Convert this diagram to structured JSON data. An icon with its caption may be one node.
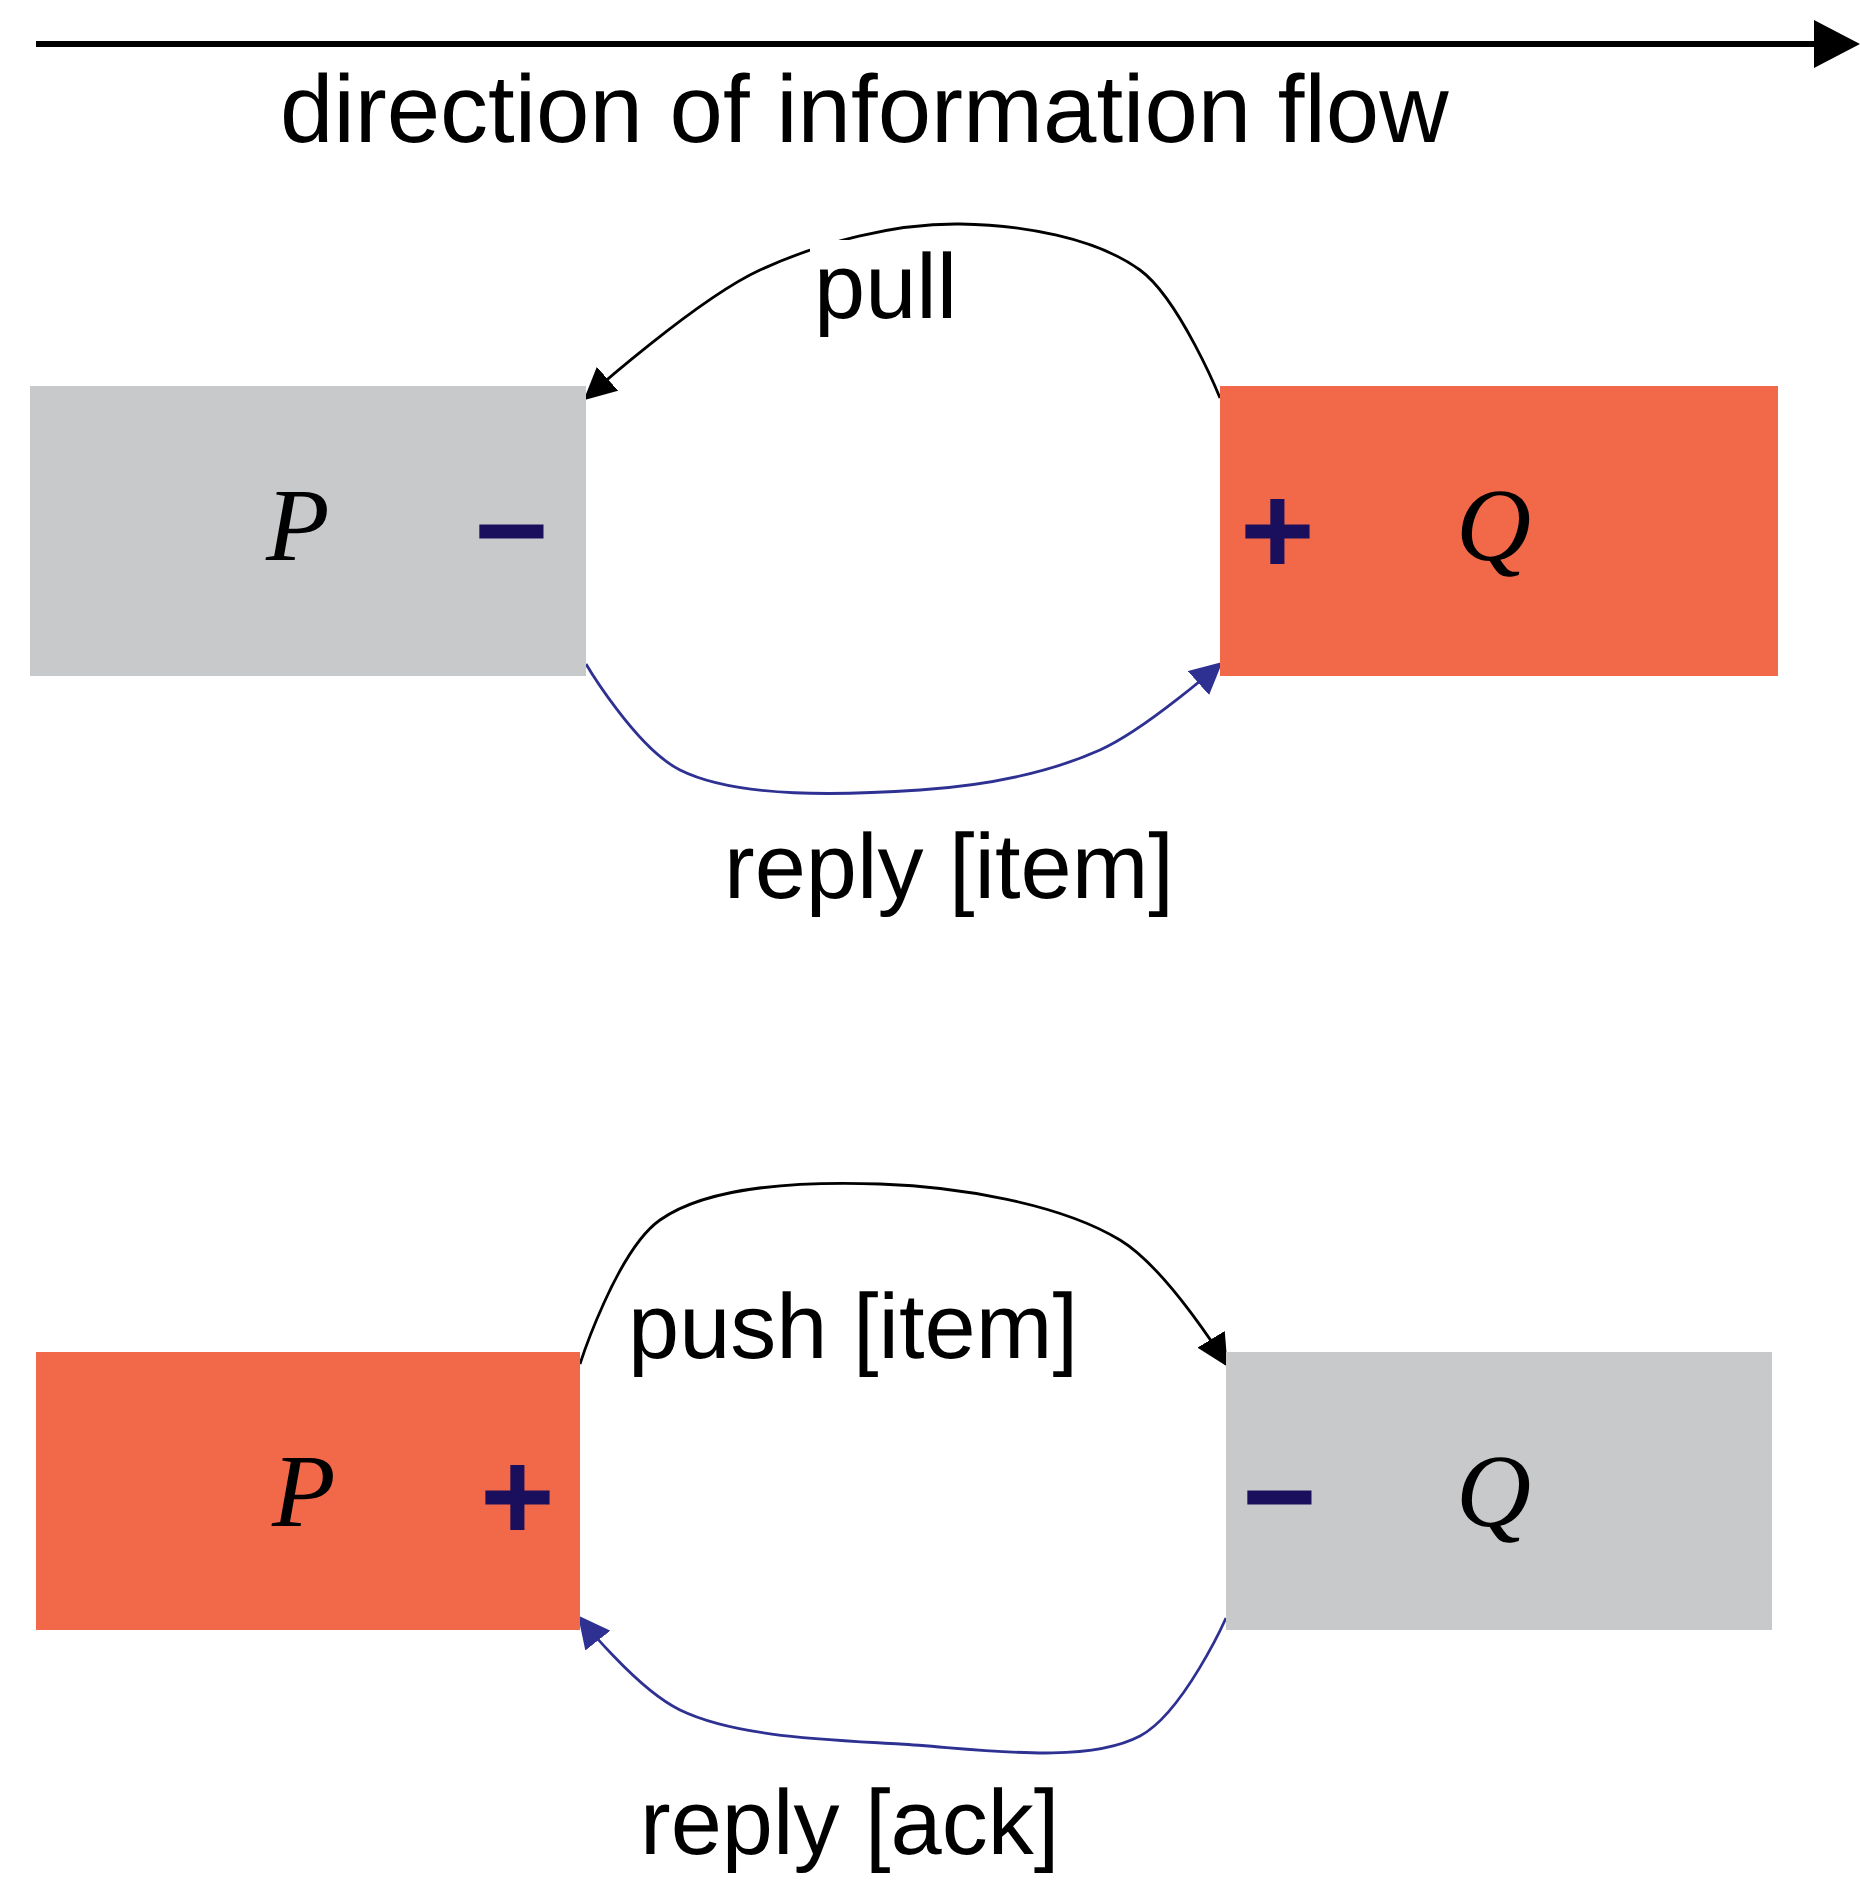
{
  "diagram": {
    "nodes": [
      {
        "text": [
          "P",
          "−"
        ]
      },
      {
        "text": [
          "+",
          "Q"
        ]
      },
      {
        "text": [
          "P",
          "+"
        ]
      },
      {
        "text": [
          "−",
          "Q"
        ]
      }
    ],
    "edges": [
      {
        "from": 1,
        "to": 0,
        "arrow": "to",
        "label": "pull",
        "color": "#000000"
      },
      {
        "from": 0,
        "to": 1,
        "arrow": "to",
        "label": "reply [item]",
        "color": "#2e3192"
      },
      {
        "from": 2,
        "to": 3,
        "arrow": "to",
        "label": "push [item]",
        "color": "#000000"
      },
      {
        "from": 3,
        "to": 2,
        "arrow": "to",
        "label": "reply [ack]",
        "color": "#2e3192"
      }
    ],
    "labels": [
      "direction of information flow"
    ]
  }
}
